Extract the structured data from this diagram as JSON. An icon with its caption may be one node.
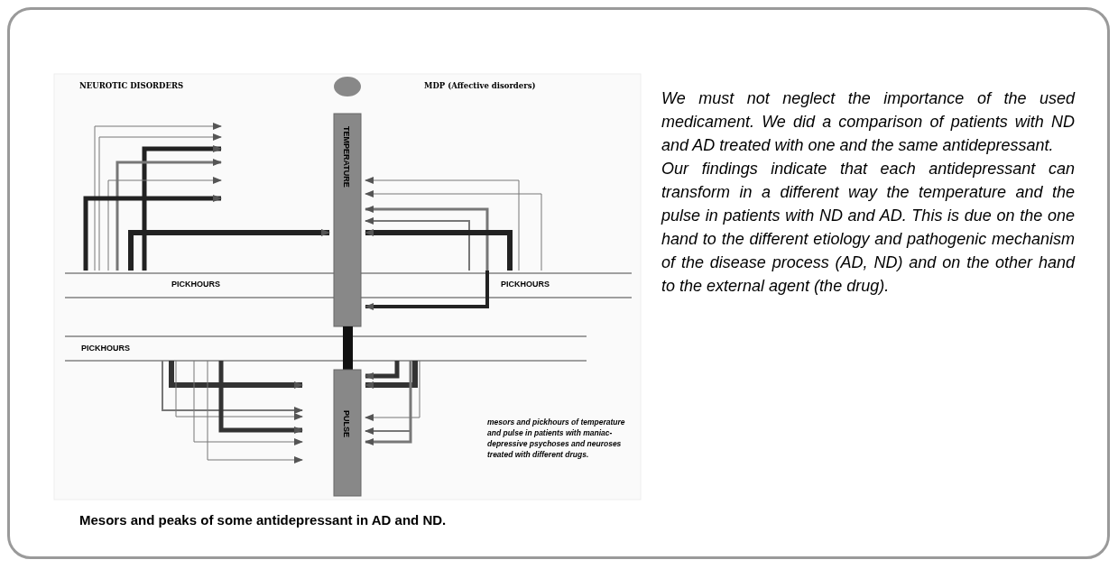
{
  "diagram": {
    "caption": "Mesors and peaks of some antidepressant in AD and ND.",
    "labels": [
      "NEUROTIC DISORDERS",
      "MDP (Affective disorders)",
      "TEMPERATURE",
      "PICKHOURS",
      "PICKHOURS",
      "PICKHOURS",
      "PULSE",
      "mesors and pickhours of temperature and pulse in patients with maniac-depressive psychoses and neuroses treated with different drugs.",
      "We must not neglect the importance of the used medicament. We did a comparison of patients with ND and AD treated with one and the same antidepressant.",
      "Our findings indicate that each antidepressant can transform in a different way the temperature and the pulse in patients with ND and AD. This is due on the one hand to the different etiology and pathogenic mechanism of the disease process (AD, ND) and on the other hand to the external agent (the drug)."
    ]
  }
}
